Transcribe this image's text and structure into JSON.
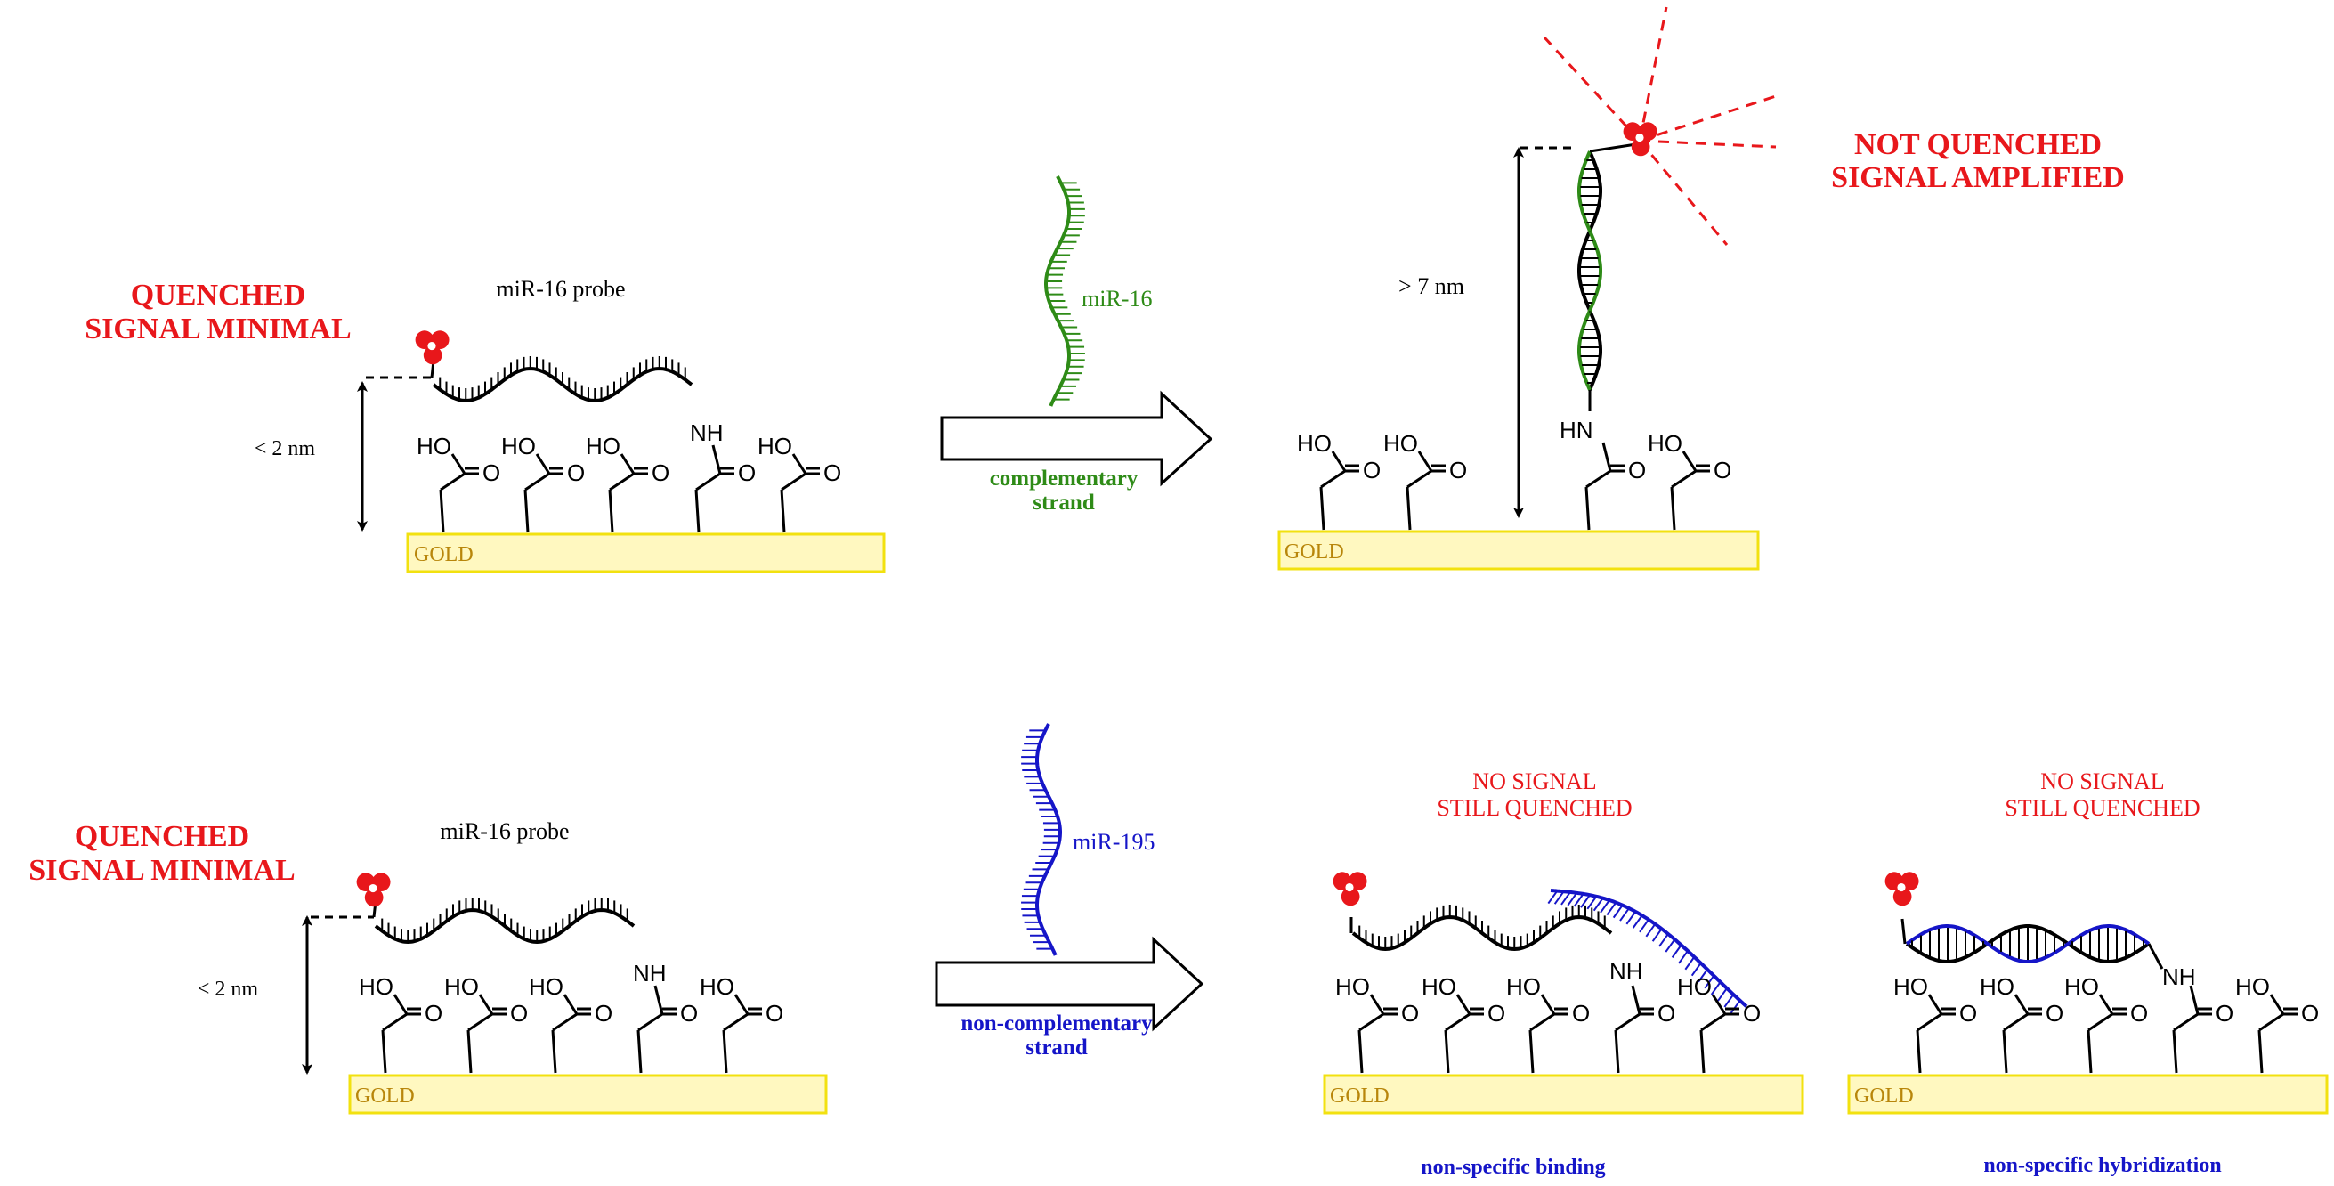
{
  "top": {
    "left_status": {
      "line1": "QUENCHED",
      "line2": "SIGNAL MINIMAL"
    },
    "probe_label": "miR-16 probe",
    "distance_short": "< 2 nm",
    "surface_label": "GOLD",
    "nh_label": "NH",
    "target_label": "miR-16",
    "arrow_caption": {
      "line1": "complementary",
      "line2": "strand"
    },
    "distance_long": "> 7 nm",
    "hn_label": "HN",
    "right_status": {
      "line1": "NOT QUENCHED",
      "line2": "SIGNAL AMPLIFIED"
    }
  },
  "bottom": {
    "left_status": {
      "line1": "QUENCHED",
      "line2": "SIGNAL MINIMAL"
    },
    "probe_label": "miR-16 probe",
    "distance_short": "< 2 nm",
    "surface_label": "GOLD",
    "nh_label": "NH",
    "target_label": "miR-195",
    "arrow_caption": {
      "line1": "non-complementary",
      "line2": "strand"
    },
    "panel_a": {
      "status": {
        "line1": "NO SIGNAL",
        "line2": "STILL QUENCHED"
      },
      "caption": "non-specific binding"
    },
    "panel_b": {
      "status": {
        "line1": "NO SIGNAL",
        "line2": "STILL QUENCHED"
      },
      "caption": "non-specific hybridization"
    }
  },
  "chem": {
    "ho": "HO",
    "o": "O"
  },
  "colors": {
    "quenched_red": "#e8171b",
    "target_green": "#2e8b17",
    "noncomp_blue": "#1515c8",
    "gold_fill": "#fff8c0",
    "gold_border": "#f2e10f",
    "gold_text": "#b8860b"
  },
  "icons": [
    "fluorophore-icon",
    "process-arrow-icon",
    "double-arrow-icon"
  ]
}
